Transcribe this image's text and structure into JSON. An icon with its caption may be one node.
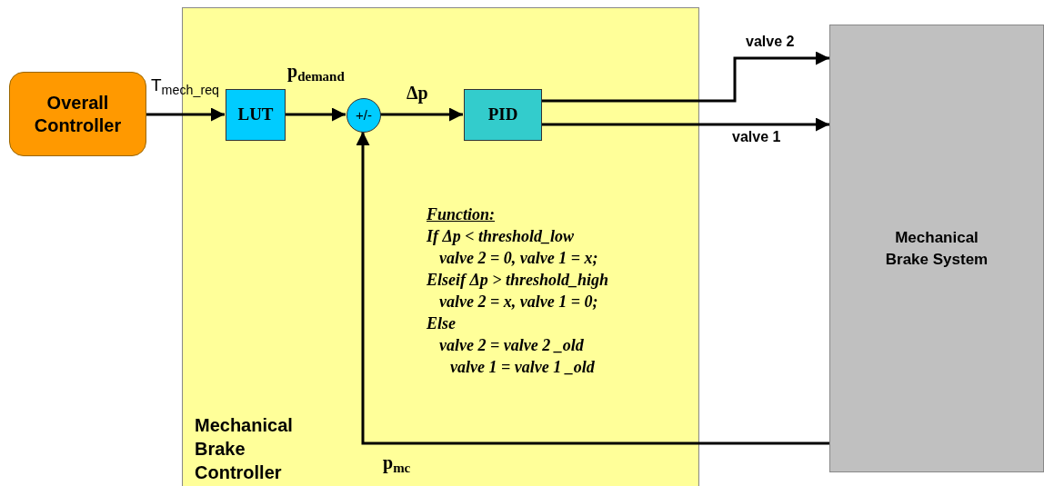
{
  "diagram": {
    "nodes": [
      {
        "text": [
          "Overall Controller"
        ]
      },
      {
        "text": [
          "Mechanical Brake Controller"
        ]
      },
      {
        "text": [
          "LUT"
        ],
        "in": 1
      },
      {
        "text": [
          "+/-"
        ],
        "in": 1
      },
      {
        "text": [
          "PID"
        ],
        "in": 1
      },
      {
        "text": [
          "Mechanical Brake System"
        ]
      }
    ],
    "edges": [
      {
        "from": 0,
        "to": 2,
        "arrow": "to",
        "label": "T$_{mech_req}$"
      },
      {
        "from": 2,
        "to": 3,
        "arrow": "to",
        "label": "p$_{demand}$"
      },
      {
        "from": 3,
        "to": 4,
        "arrow": "to",
        "label": "Δp"
      },
      {
        "from": 4,
        "to": 5,
        "arrow": "to",
        "label": "valve 2"
      },
      {
        "from": 4,
        "to": 5,
        "arrow": "to",
        "label": "valve 1"
      },
      {
        "from": 5,
        "to": 3,
        "arrow": "to",
        "label": "p$_{mc}$"
      }
    ],
    "labels": [
      "Function:",
      "If Δp < threshold_low",
      "valve 2 = 0, valve 1 = x;",
      "Elseif Δp > threshold_high",
      "valve 2 = x, valve 1 = 0;",
      "Else",
      "valve 2 = valve 2 _old",
      "valve 1 = valve 1 _old"
    ]
  }
}
